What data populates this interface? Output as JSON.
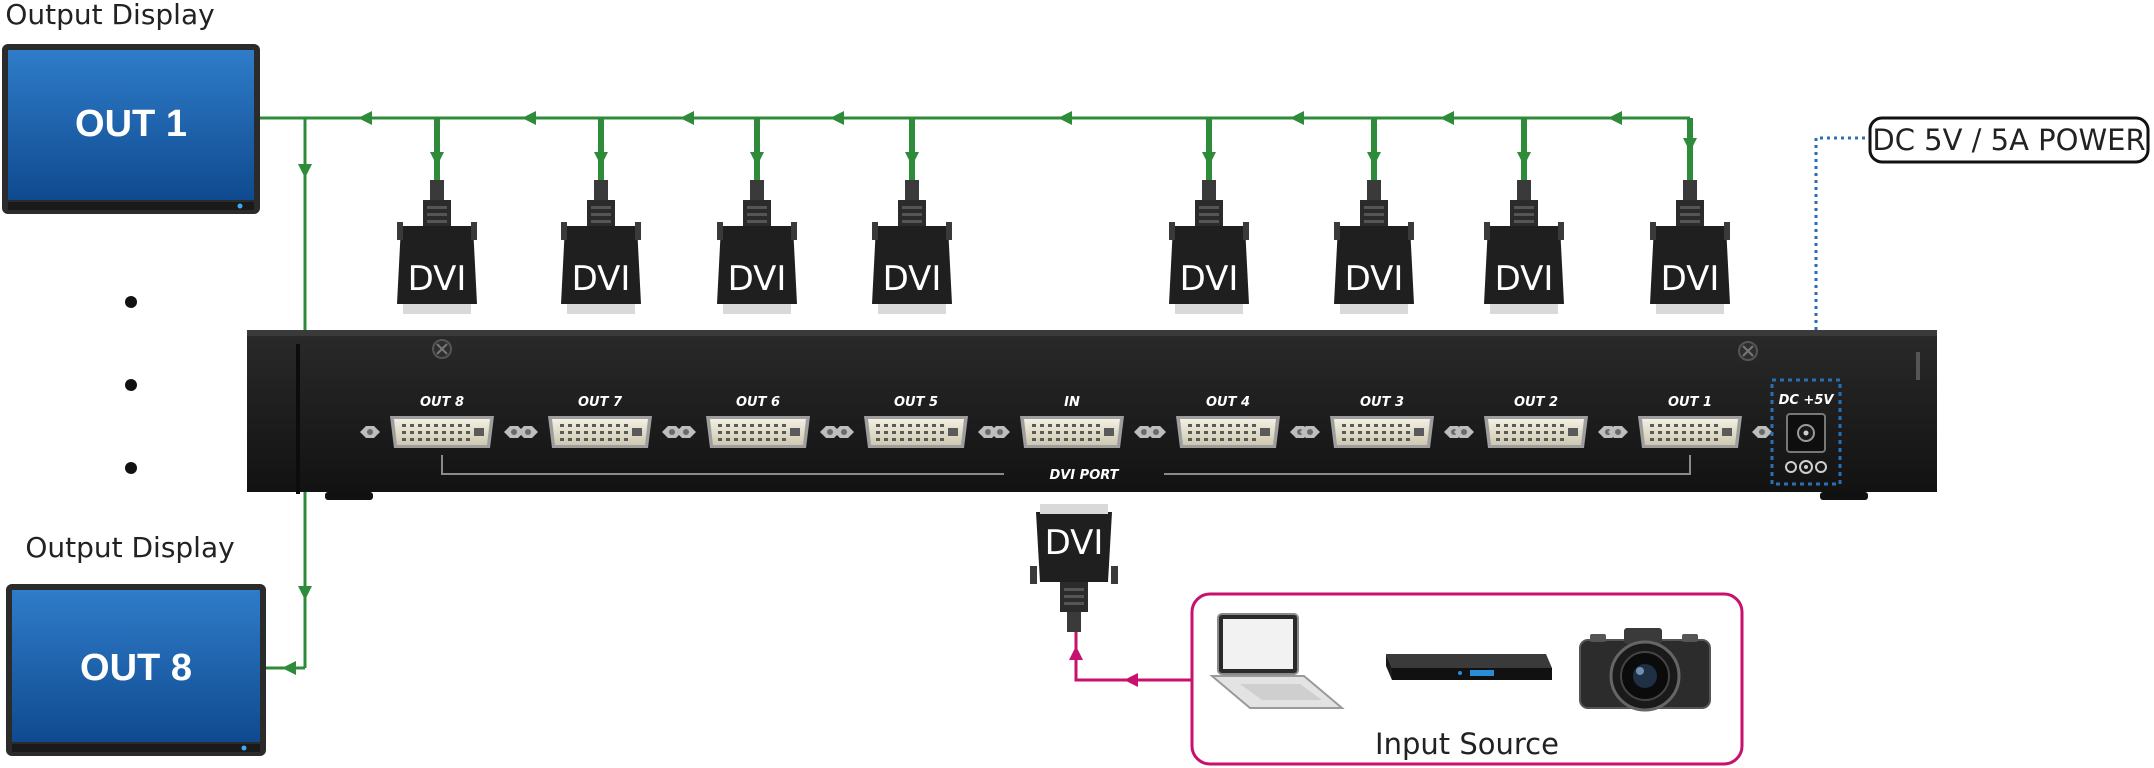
{
  "colors": {
    "signal_line": "#2e8b3a",
    "input_line": "#c8106e",
    "power_line": "#2a6fb5",
    "device_body": "#1e1e1e",
    "monitor_screen": "#1c5fa8"
  },
  "displays": {
    "top": {
      "caption": "Output Display",
      "screen_text": "OUT 1"
    },
    "bottom": {
      "caption": "Output Display",
      "screen_text": "OUT 8"
    }
  },
  "dvi_label": "DVI",
  "power_label": "DC 5V / 5A POWER",
  "input_source_label": "Input Source",
  "device": {
    "ports": [
      "OUT 8",
      "OUT 7",
      "OUT 6",
      "OUT 5",
      "IN",
      "OUT 4",
      "OUT 3",
      "OUT 2",
      "OUT 1"
    ],
    "port_group_label": "DVI PORT",
    "dc_label": "DC +5V"
  },
  "source_devices": [
    "laptop-icon",
    "media-player-icon",
    "camera-icon"
  ]
}
